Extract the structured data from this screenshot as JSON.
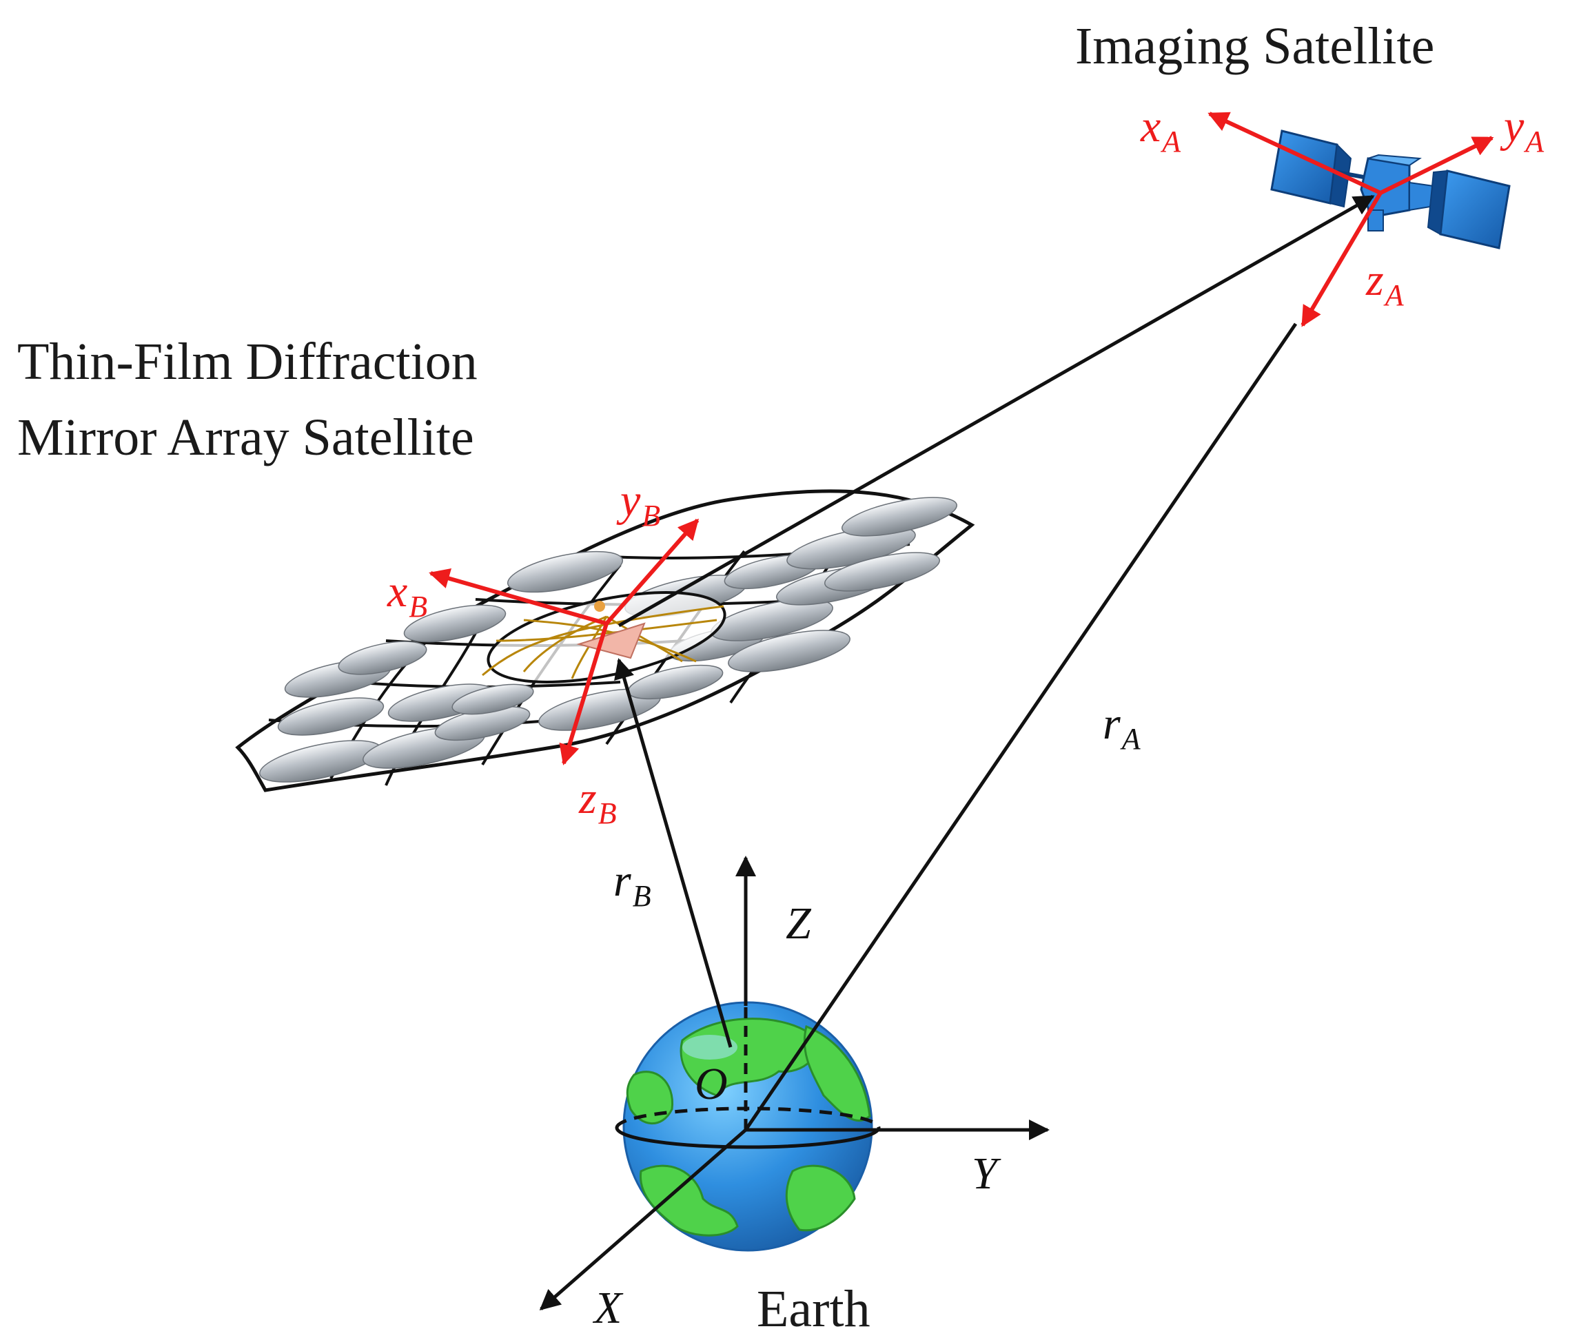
{
  "labels": {
    "imaging_satellite": "Imaging Satellite",
    "mirror_satellite_line1": "Thin-Film Diffraction",
    "mirror_satellite_line2": "Mirror Array Satellite",
    "earth": "Earth",
    "origin": "O"
  },
  "inertial_axes": {
    "x": "X",
    "y": "Y",
    "z": "Z"
  },
  "frame_a": {
    "x": "x",
    "x_sub": "A",
    "y": "y",
    "y_sub": "A",
    "z": "z",
    "z_sub": "A"
  },
  "frame_b": {
    "x": "x",
    "x_sub": "B",
    "y": "y",
    "y_sub": "B",
    "z": "z",
    "z_sub": "B"
  },
  "vectors": {
    "ra": "r",
    "ra_sub": "A",
    "rb": "r",
    "rb_sub": "B"
  },
  "colors": {
    "body_axes": "#ee1c1c",
    "vectors": "#111111",
    "satellite_panel": "#1e73c8",
    "earth_ocean": "#2f8fe0",
    "earth_land": "#4fd24a"
  }
}
